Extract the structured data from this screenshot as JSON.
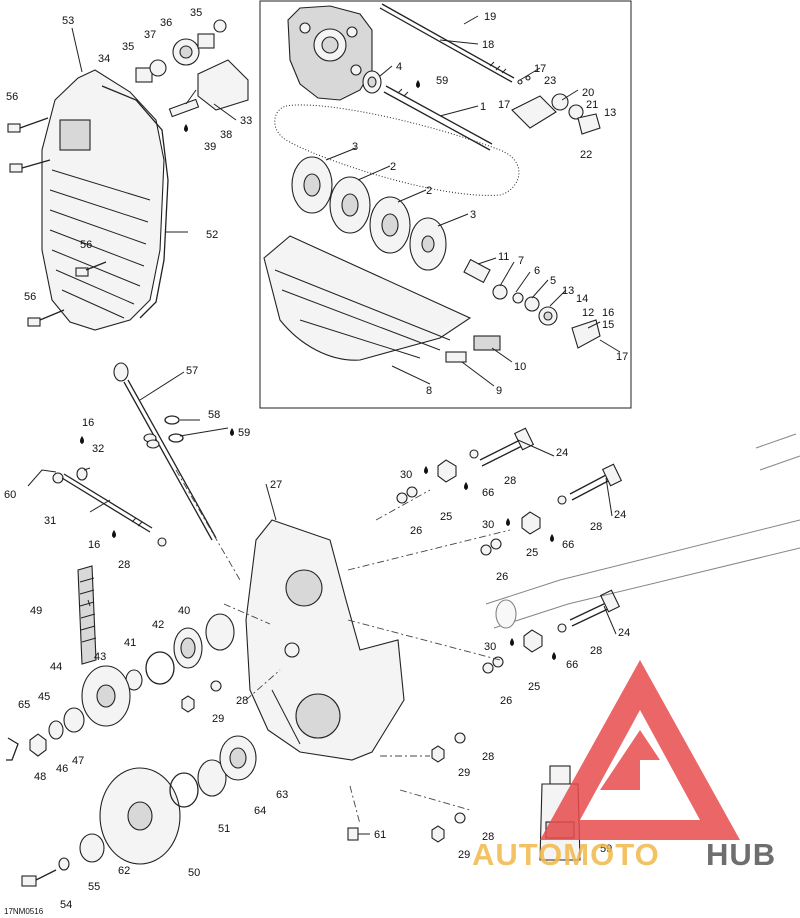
{
  "drawing_ref": "17NM0516",
  "watermark": {
    "brand_left": "AUTOMOTO",
    "brand_right": "HUB",
    "accent_color": "#e84c4c",
    "text_color_left": "#f2b84a",
    "text_color_right": "#555555"
  },
  "callouts": {
    "c1": "1",
    "c2a": "2",
    "c2b": "2",
    "c3a": "3",
    "c3b": "3",
    "c4": "4",
    "c5": "5",
    "c6": "6",
    "c7": "7",
    "c8": "8",
    "c9": "9",
    "c10": "10",
    "c11": "11",
    "c12": "12",
    "c13a": "13",
    "c13b": "13",
    "c14": "14",
    "c15": "15",
    "c16a": "16",
    "c16b": "16",
    "c16c": "16",
    "c17a": "17",
    "c17b": "17",
    "c17c": "17",
    "c18": "18",
    "c19": "19",
    "c20": "20",
    "c21": "21",
    "c22": "22",
    "c23": "23",
    "c24a": "24",
    "c24b": "24",
    "c24c": "24",
    "c25a": "25",
    "c25b": "25",
    "c25c": "25",
    "c26a": "26",
    "c26b": "26",
    "c26c": "26",
    "c27": "27",
    "c28a": "28",
    "c28b": "28",
    "c28c": "28",
    "c28d": "28",
    "c28e": "28",
    "c28f": "28",
    "c28g": "28",
    "c29a": "29",
    "c29b": "29",
    "c29c": "29",
    "c30a": "30",
    "c30b": "30",
    "c30c": "30",
    "c31": "31",
    "c32": "32",
    "c33": "33",
    "c34": "34",
    "c35a": "35",
    "c35b": "35",
    "c36": "36",
    "c37": "37",
    "c38": "38",
    "c39": "39",
    "c40": "40",
    "c41": "41",
    "c42": "42",
    "c43": "43",
    "c44": "44",
    "c45": "45",
    "c46": "46",
    "c47": "47",
    "c48": "48",
    "c49": "49",
    "c50": "50",
    "c51": "51",
    "c52": "52",
    "c53": "53",
    "c54": "54",
    "c55": "55",
    "c56a": "56",
    "c56b": "56",
    "c56c": "56",
    "c57": "57",
    "c58": "58",
    "c59a": "59",
    "c59b": "59",
    "c59c": "59",
    "c60": "60",
    "c61": "61",
    "c62": "62",
    "c63": "63",
    "c64": "64",
    "c65": "65",
    "c66a": "66",
    "c66b": "66",
    "c66c": "66"
  }
}
